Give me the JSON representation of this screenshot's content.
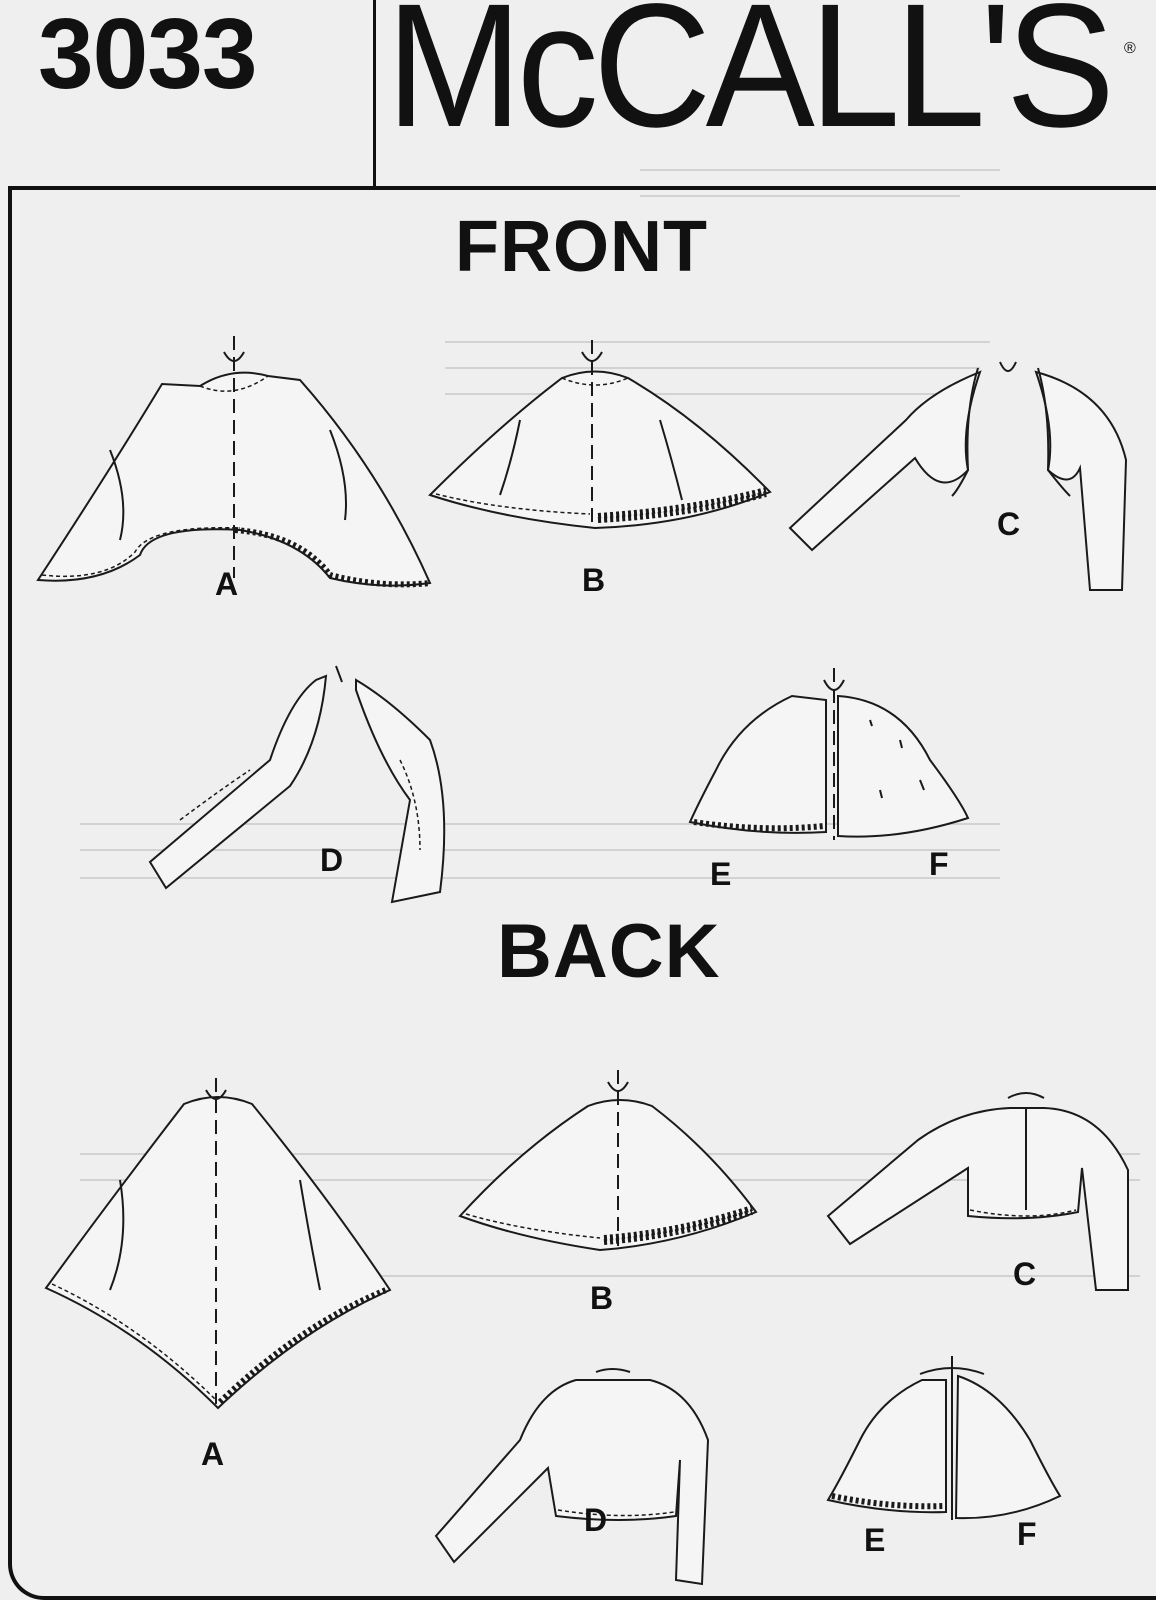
{
  "header": {
    "pattern_number": "3033",
    "brand": "McCALL'S",
    "registered_mark": "®"
  },
  "sections": {
    "front": {
      "title": "FRONT",
      "views": [
        "A",
        "B",
        "C",
        "D",
        "E",
        "F"
      ]
    },
    "back": {
      "title": "BACK",
      "views": [
        "A",
        "B",
        "C",
        "D",
        "E",
        "F"
      ]
    }
  },
  "colors": {
    "ink": "#111111",
    "paper": "#efefef"
  }
}
